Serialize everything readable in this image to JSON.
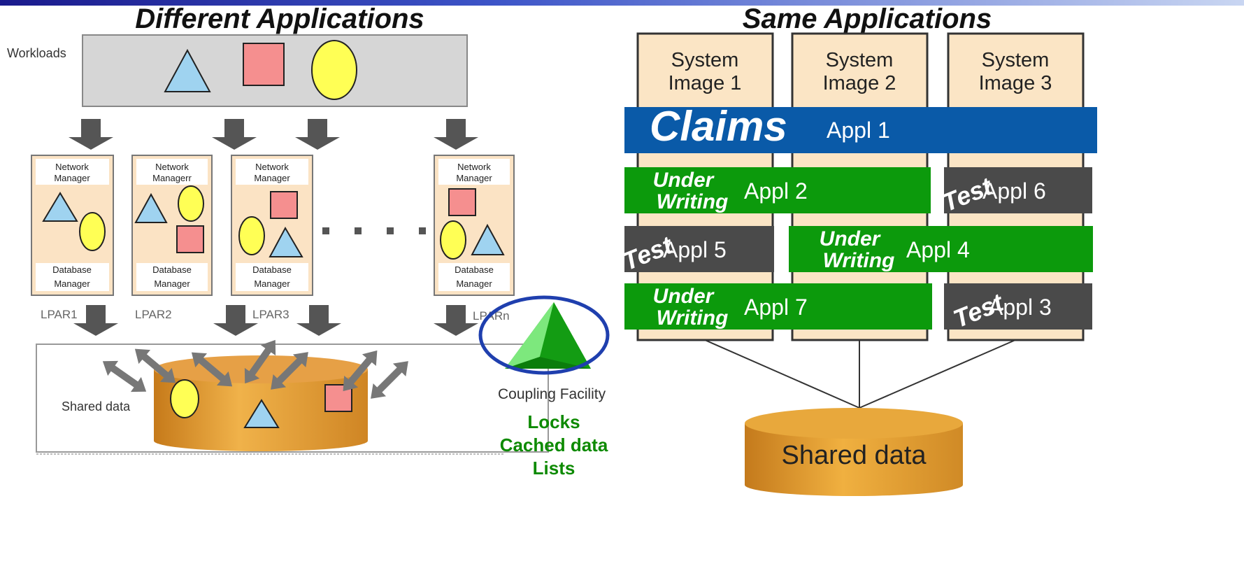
{
  "left": {
    "title": "Different Applications",
    "workloads_label": "Workloads",
    "network_manager_label": "Network Manager",
    "network_manager_label_lpar2": "Network Managerr",
    "database_manager_label": "Database Manager",
    "lpar_labels": [
      "LPAR1",
      "LPAR2",
      "LPAR3",
      "LPARn"
    ],
    "shared_data_label": "Shared data",
    "coupling_facility_label": "Coupling Facility",
    "cf_items": [
      "Locks",
      "Cached data",
      "Lists"
    ]
  },
  "right": {
    "title": "Same Applications",
    "system_images": [
      "System Image 1",
      "System Image 2",
      "System Image 3"
    ],
    "claims_label": "Claims",
    "appl_1": "Appl 1",
    "appl_2": "Appl 2",
    "appl_3": "Appl 3",
    "appl_4": "Appl 4",
    "appl_5": "Appl 5",
    "appl_6": "Appl 6",
    "appl_7": "Appl 7",
    "under_writing": "Under Writing",
    "test_label": "Test",
    "shared_data_label": "Shared data"
  },
  "colors": {
    "claims_blue": "#0a5aa8",
    "underwriting_green": "#0c9a0c",
    "test_gray": "#4a4a4a",
    "system_image_bg": "#fbe5c5",
    "shared_data_orange": "#e0a030",
    "cf_items_green": "#0d8a00"
  }
}
